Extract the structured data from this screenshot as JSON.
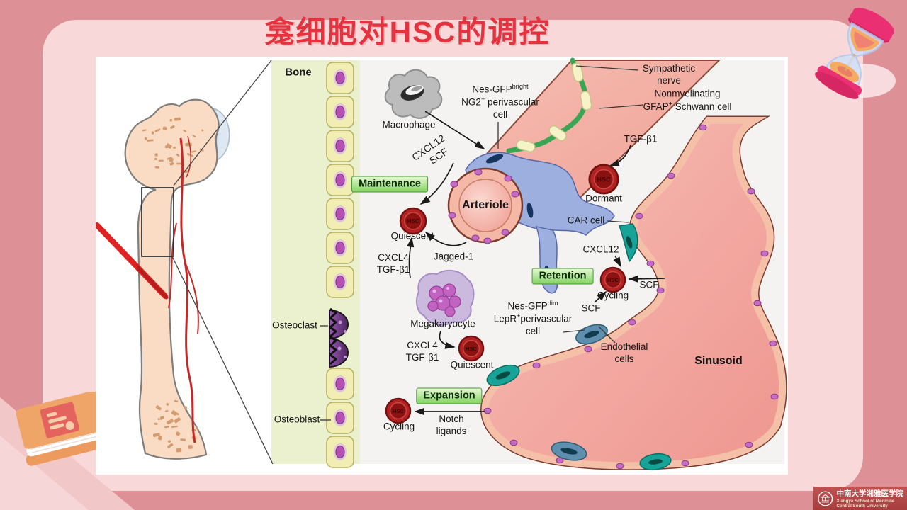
{
  "slide": {
    "title": "龛细胞对HSC的调控"
  },
  "figure": {
    "bone": "Bone",
    "macrophage": "Macrophage",
    "nes_bright": {
      "l1": "Nes-GFP",
      "l1sup": "bright",
      "l2a": "NG2",
      "l2sup": "+",
      "l2b": " perivascular",
      "l3": "cell"
    },
    "sympathetic": {
      "l1": "Sympathetic",
      "l2": "nerve"
    },
    "schwann": {
      "l1": "Nonmyelinating",
      "l2a": "GFAP",
      "l2sup": "+",
      "l2b": " Schwann cell"
    },
    "tgfb1_top": "TGF-β1",
    "dormant": "Dormant",
    "cxcl12_scf": {
      "l1": "CXCL12",
      "l2": "SCF"
    },
    "maintenance": "Maintenance",
    "arteriole": "Arteriole",
    "quiescent1": "Quiescent",
    "jagged1": "Jagged-1",
    "cxcl4_1": {
      "l1": "CXCL4",
      "l2": "TGF-β1"
    },
    "car_cell": "CAR cell",
    "cxcl12": "CXCL12",
    "retention": "Retention",
    "cycling1": "Cycling",
    "scf_right": "SCF",
    "scf_left": "SCF",
    "nes_dim": {
      "l1": "Nes-GFP",
      "l1sup": "dim",
      "l2a": "LepR",
      "l2sup": "+",
      "l2b": "perivascular",
      "l3": "cell"
    },
    "megakaryocyte": "Megakaryocyte",
    "cxcl4_2": {
      "l1": "CXCL4",
      "l2": "TGF-β1"
    },
    "quiescent2": "Quiescent",
    "expansion": "Expansion",
    "notch": {
      "l1": "Notch",
      "l2": "ligands"
    },
    "cycling2": "Cycling",
    "endothelial": {
      "l1": "Endothelial",
      "l2": "cells"
    },
    "sinusoid": "Sinusoid",
    "osteoclast": "Osteoclast",
    "osteoblast": "Osteoblast",
    "hsc": "HSC"
  },
  "logo": {
    "cn": "中南大学湘雅医学院",
    "en1": "Xiangya School of Medicine",
    "en2": "Central South University"
  },
  "colors": {
    "slide_bg": "#dd9095",
    "inner_card": "#f8d8d9",
    "title_red": "#e4323f",
    "figure_gray": "#f4f3f1",
    "bone_strip": "#ebf0cf",
    "osteoblast_yellow": "#f1edb3",
    "osteoclast_purple": "#8e44ad",
    "vessel_pink": "#f2a9a0",
    "perivascular_blue": "#9dafde",
    "nerve_green": "#3aa655",
    "schwann_cream": "#f6f3c8",
    "car_teal": "#17a398",
    "hsc_red": "#b42222",
    "badge_green": "#85d464",
    "logo_red": "#b34747"
  }
}
